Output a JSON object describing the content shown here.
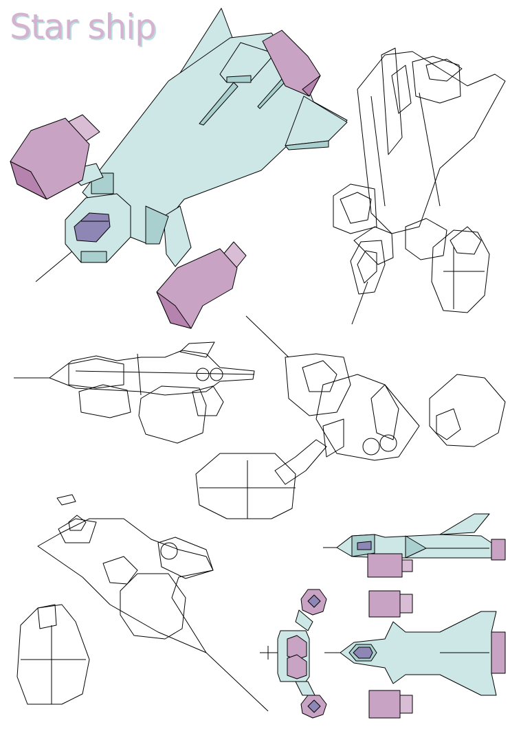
{
  "title": "Star ship",
  "colors": {
    "hull": "#cde6e6",
    "hull_shadow": "#a9d0cf",
    "engine": "#c9a3c3",
    "engine_dark": "#b583ad",
    "engine_light": "#d9bdd5",
    "cockpit": "#8e86b4",
    "line": "#000000",
    "background": "#ffffff",
    "title_fill": "#d5b2cf",
    "title_shadow": "#b9dede"
  },
  "views": [
    {
      "name": "shaded-isometric-view",
      "style": "filled"
    },
    {
      "name": "wireframe-rear-view",
      "style": "wireframe"
    },
    {
      "name": "wireframe-side-view",
      "style": "wireframe"
    },
    {
      "name": "wireframe-tilted-view",
      "style": "wireframe"
    },
    {
      "name": "wireframe-underside-view",
      "style": "wireframe"
    },
    {
      "name": "side-elevation",
      "style": "filled"
    },
    {
      "name": "top-plan",
      "style": "filled"
    },
    {
      "name": "front-elevation",
      "style": "filled"
    }
  ]
}
